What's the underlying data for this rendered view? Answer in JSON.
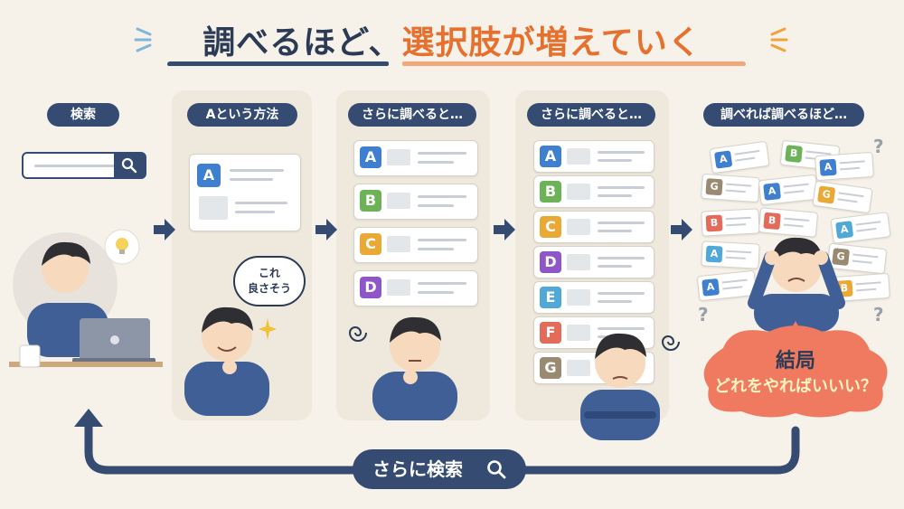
{
  "title": {
    "part1": "調べるほど、",
    "part2": "選択肢が増えていく"
  },
  "colors": {
    "navy": "#354b72",
    "orange": "#e6702e",
    "A": "#3f7fd0",
    "B": "#6cb256",
    "C": "#eaa835",
    "D": "#8e56c8",
    "E": "#4fa8d8",
    "F": "#e46a5a",
    "G": "#9a8a72"
  },
  "steps": [
    {
      "label": "検索",
      "icon": "search-icon"
    },
    {
      "label": "Aという方法",
      "cards": [
        "A"
      ],
      "speech": "これ\n良さそう"
    },
    {
      "label": "さらに調べると…",
      "cards": [
        "A",
        "B",
        "C",
        "D"
      ]
    },
    {
      "label": "さらに調べると…",
      "cards": [
        "A",
        "B",
        "C",
        "D",
        "E",
        "F",
        "G"
      ]
    },
    {
      "label": "調べれば調べるほど…"
    }
  ],
  "result_bubble": {
    "line1": "結局",
    "line2": "どれをやればいいい？"
  },
  "loop": {
    "label": "さらに検索",
    "icon": "search-icon"
  },
  "question_mark": "?"
}
